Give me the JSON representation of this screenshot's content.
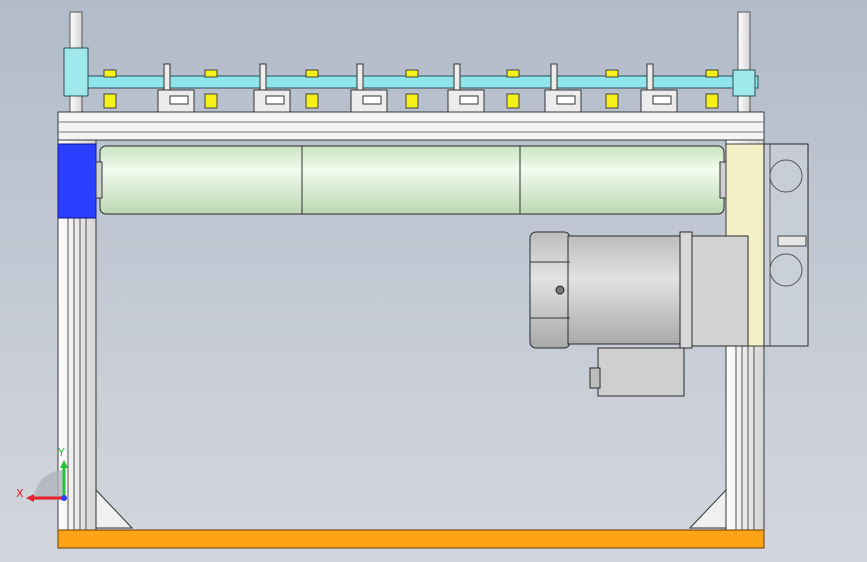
{
  "app": {
    "title": ""
  },
  "viewport": {
    "background_top": "#b2bbc9",
    "background_bottom": "#d3d6dc"
  },
  "colors": {
    "frame": "#f2f2f2",
    "frame_edge": "#3a3a3a",
    "drive_shaft": "#8ee6ec",
    "roller": "#dff3d7",
    "end_block": "#2a3fff",
    "base_plate": "#ffa316",
    "motor_body": "#d6d6d6",
    "bearing_blocks": "#f5f01a",
    "side_plate": "#f3f0c8"
  },
  "model": {
    "parts": [
      "left-upright-post",
      "right-upright-post",
      "top-crossbeam",
      "drive-shaft",
      "roller-cylinder",
      "gear-motor",
      "base-plate",
      "left-gusset",
      "right-gusset",
      "bearing-blocks",
      "clamp-assemblies",
      "end-block",
      "side-guard"
    ]
  },
  "triad": {
    "x_label": "X",
    "y_label": "Y",
    "x_color": "#e8202a",
    "y_color": "#28c23a",
    "z_color": "#2a3cff"
  }
}
